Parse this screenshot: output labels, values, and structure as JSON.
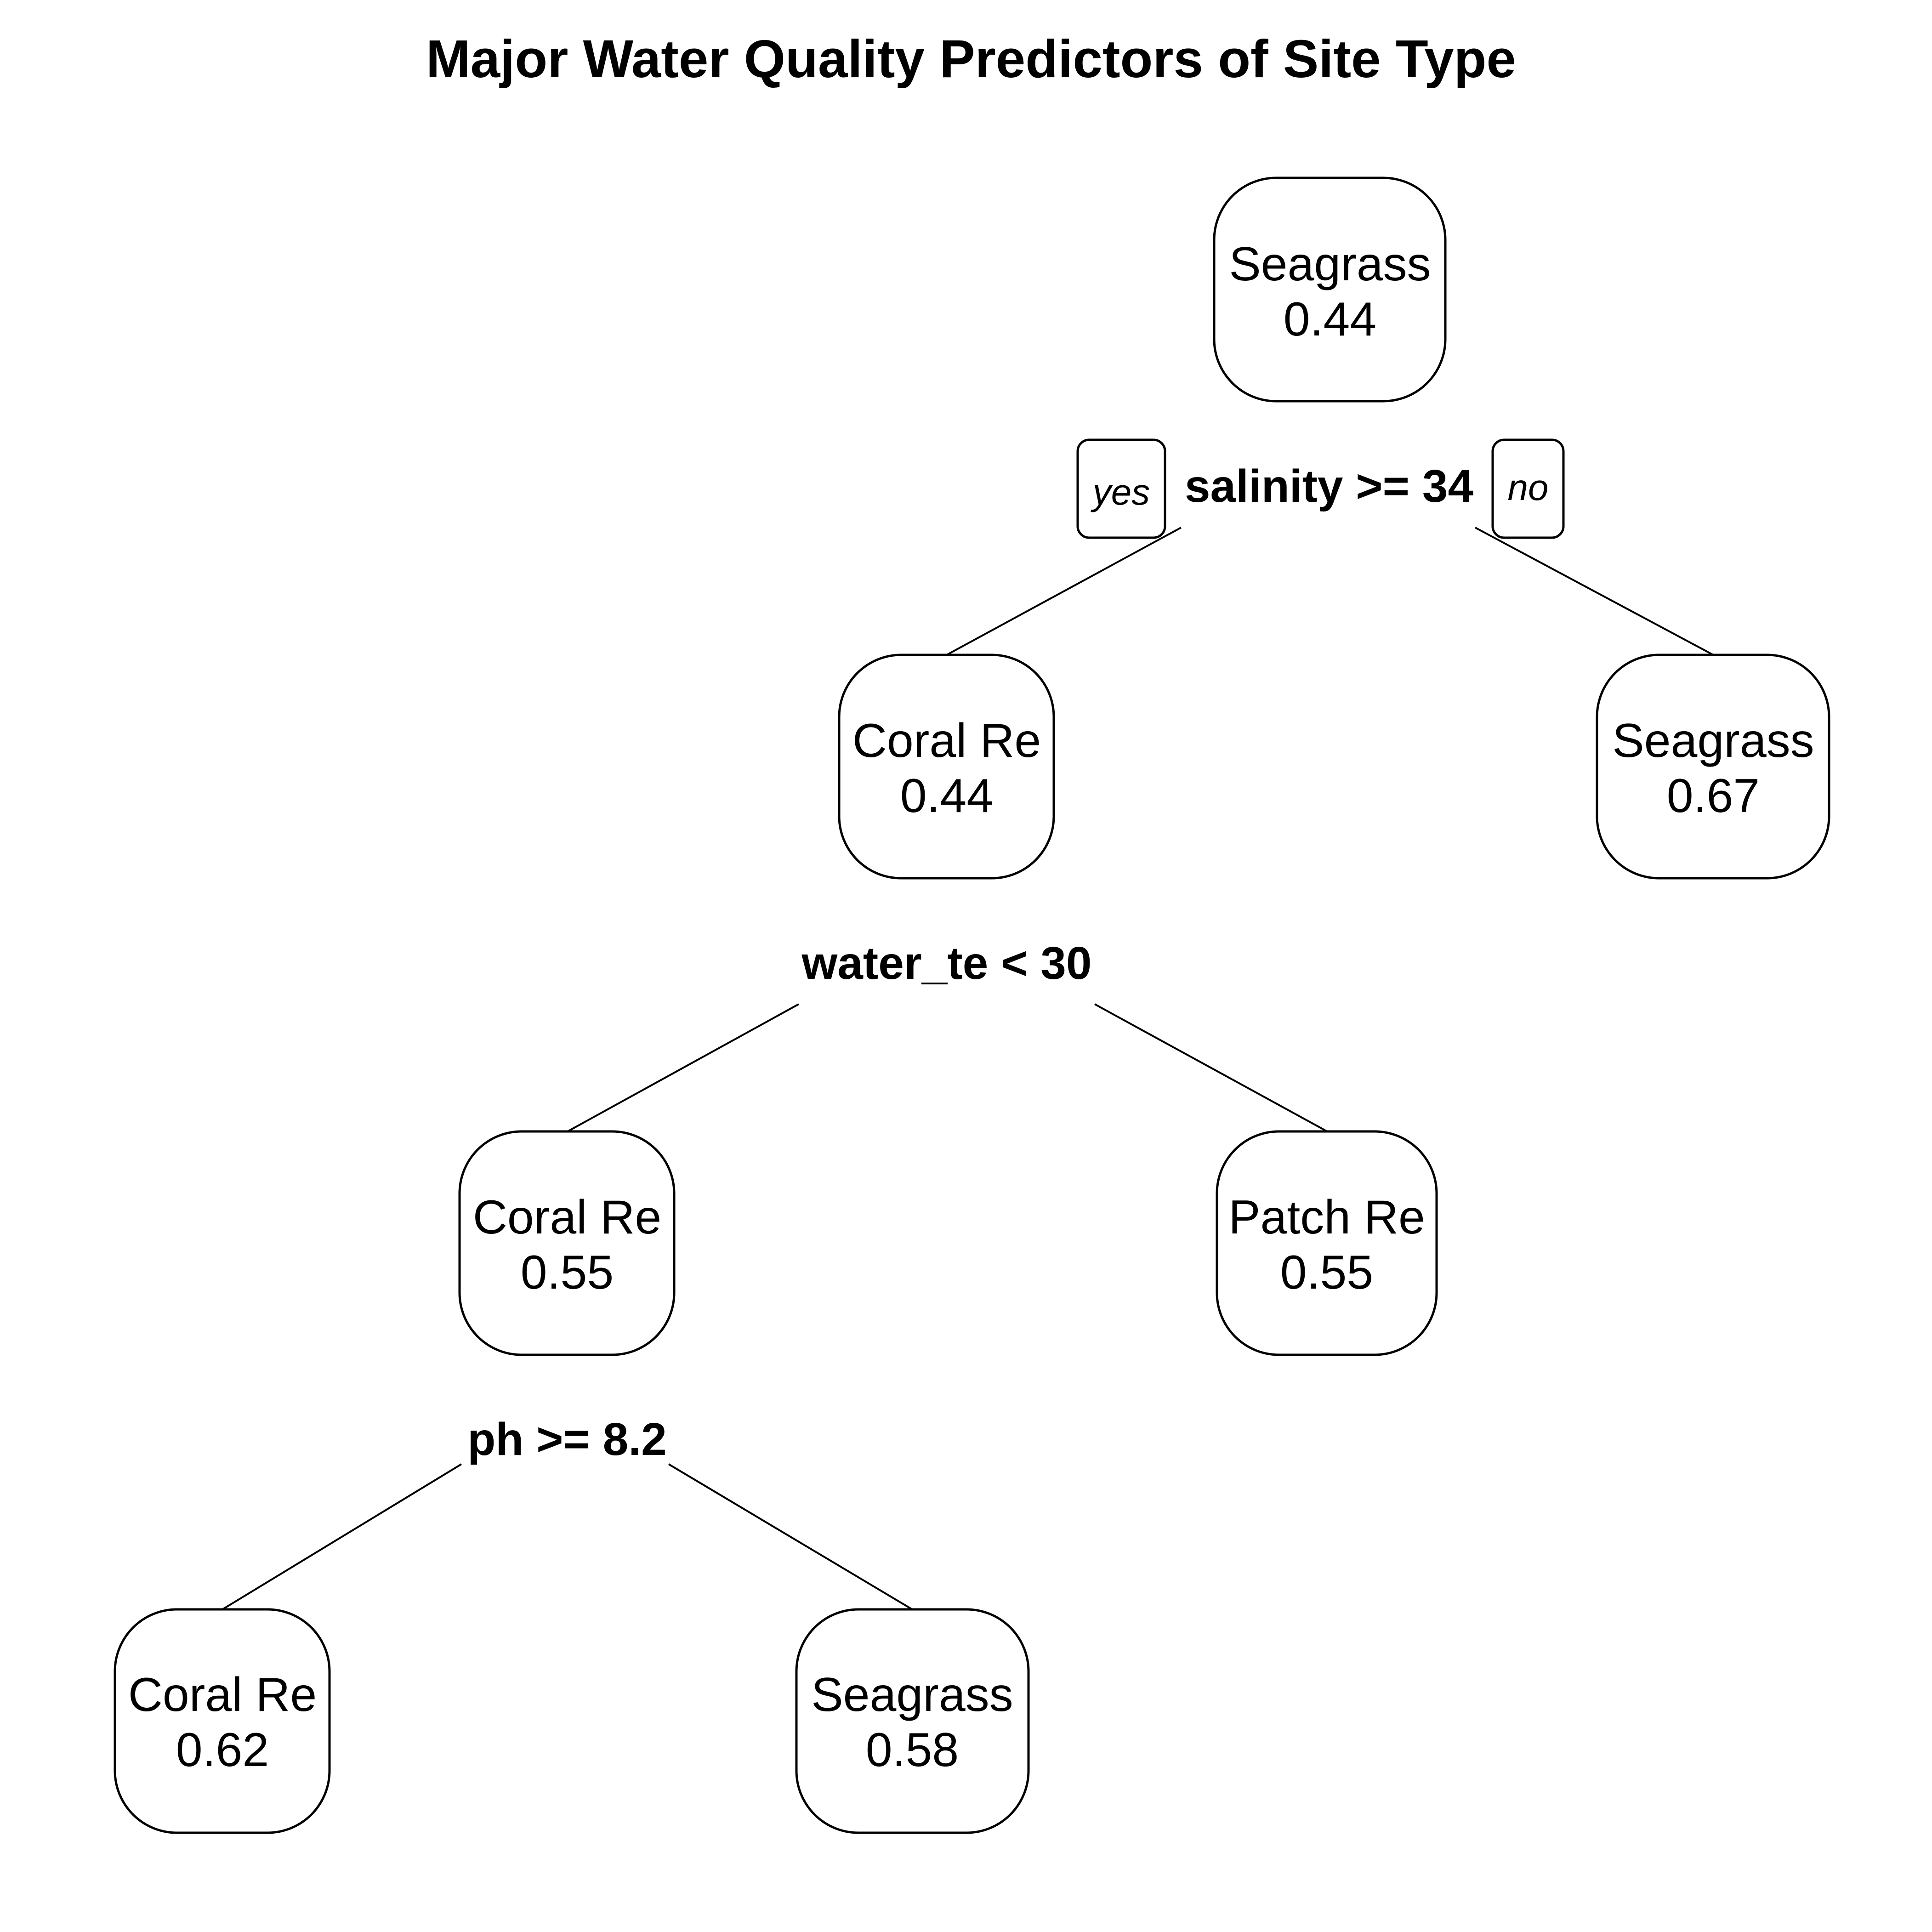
{
  "title": "Major Water Quality Predictors of Site Type",
  "colors": {
    "stroke": "#000000",
    "background": "#ffffff"
  },
  "nodes": {
    "root": {
      "label": "Seagrass",
      "value": "0.44"
    },
    "left": {
      "label": "Coral Re",
      "value": "0.44"
    },
    "right": {
      "label": "Seagrass",
      "value": "0.67"
    },
    "left_left": {
      "label": "Coral Re",
      "value": "0.55"
    },
    "left_right": {
      "label": "Patch Re",
      "value": "0.55"
    },
    "ll_left": {
      "label": "Coral Re",
      "value": "0.62"
    },
    "ll_right": {
      "label": "Seagrass",
      "value": "0.58"
    }
  },
  "splits": {
    "root": "salinity >= 34",
    "left": "water_te < 30",
    "left_left": "ph >= 8.2"
  },
  "branch_labels": {
    "yes": "yes",
    "no": "no"
  }
}
